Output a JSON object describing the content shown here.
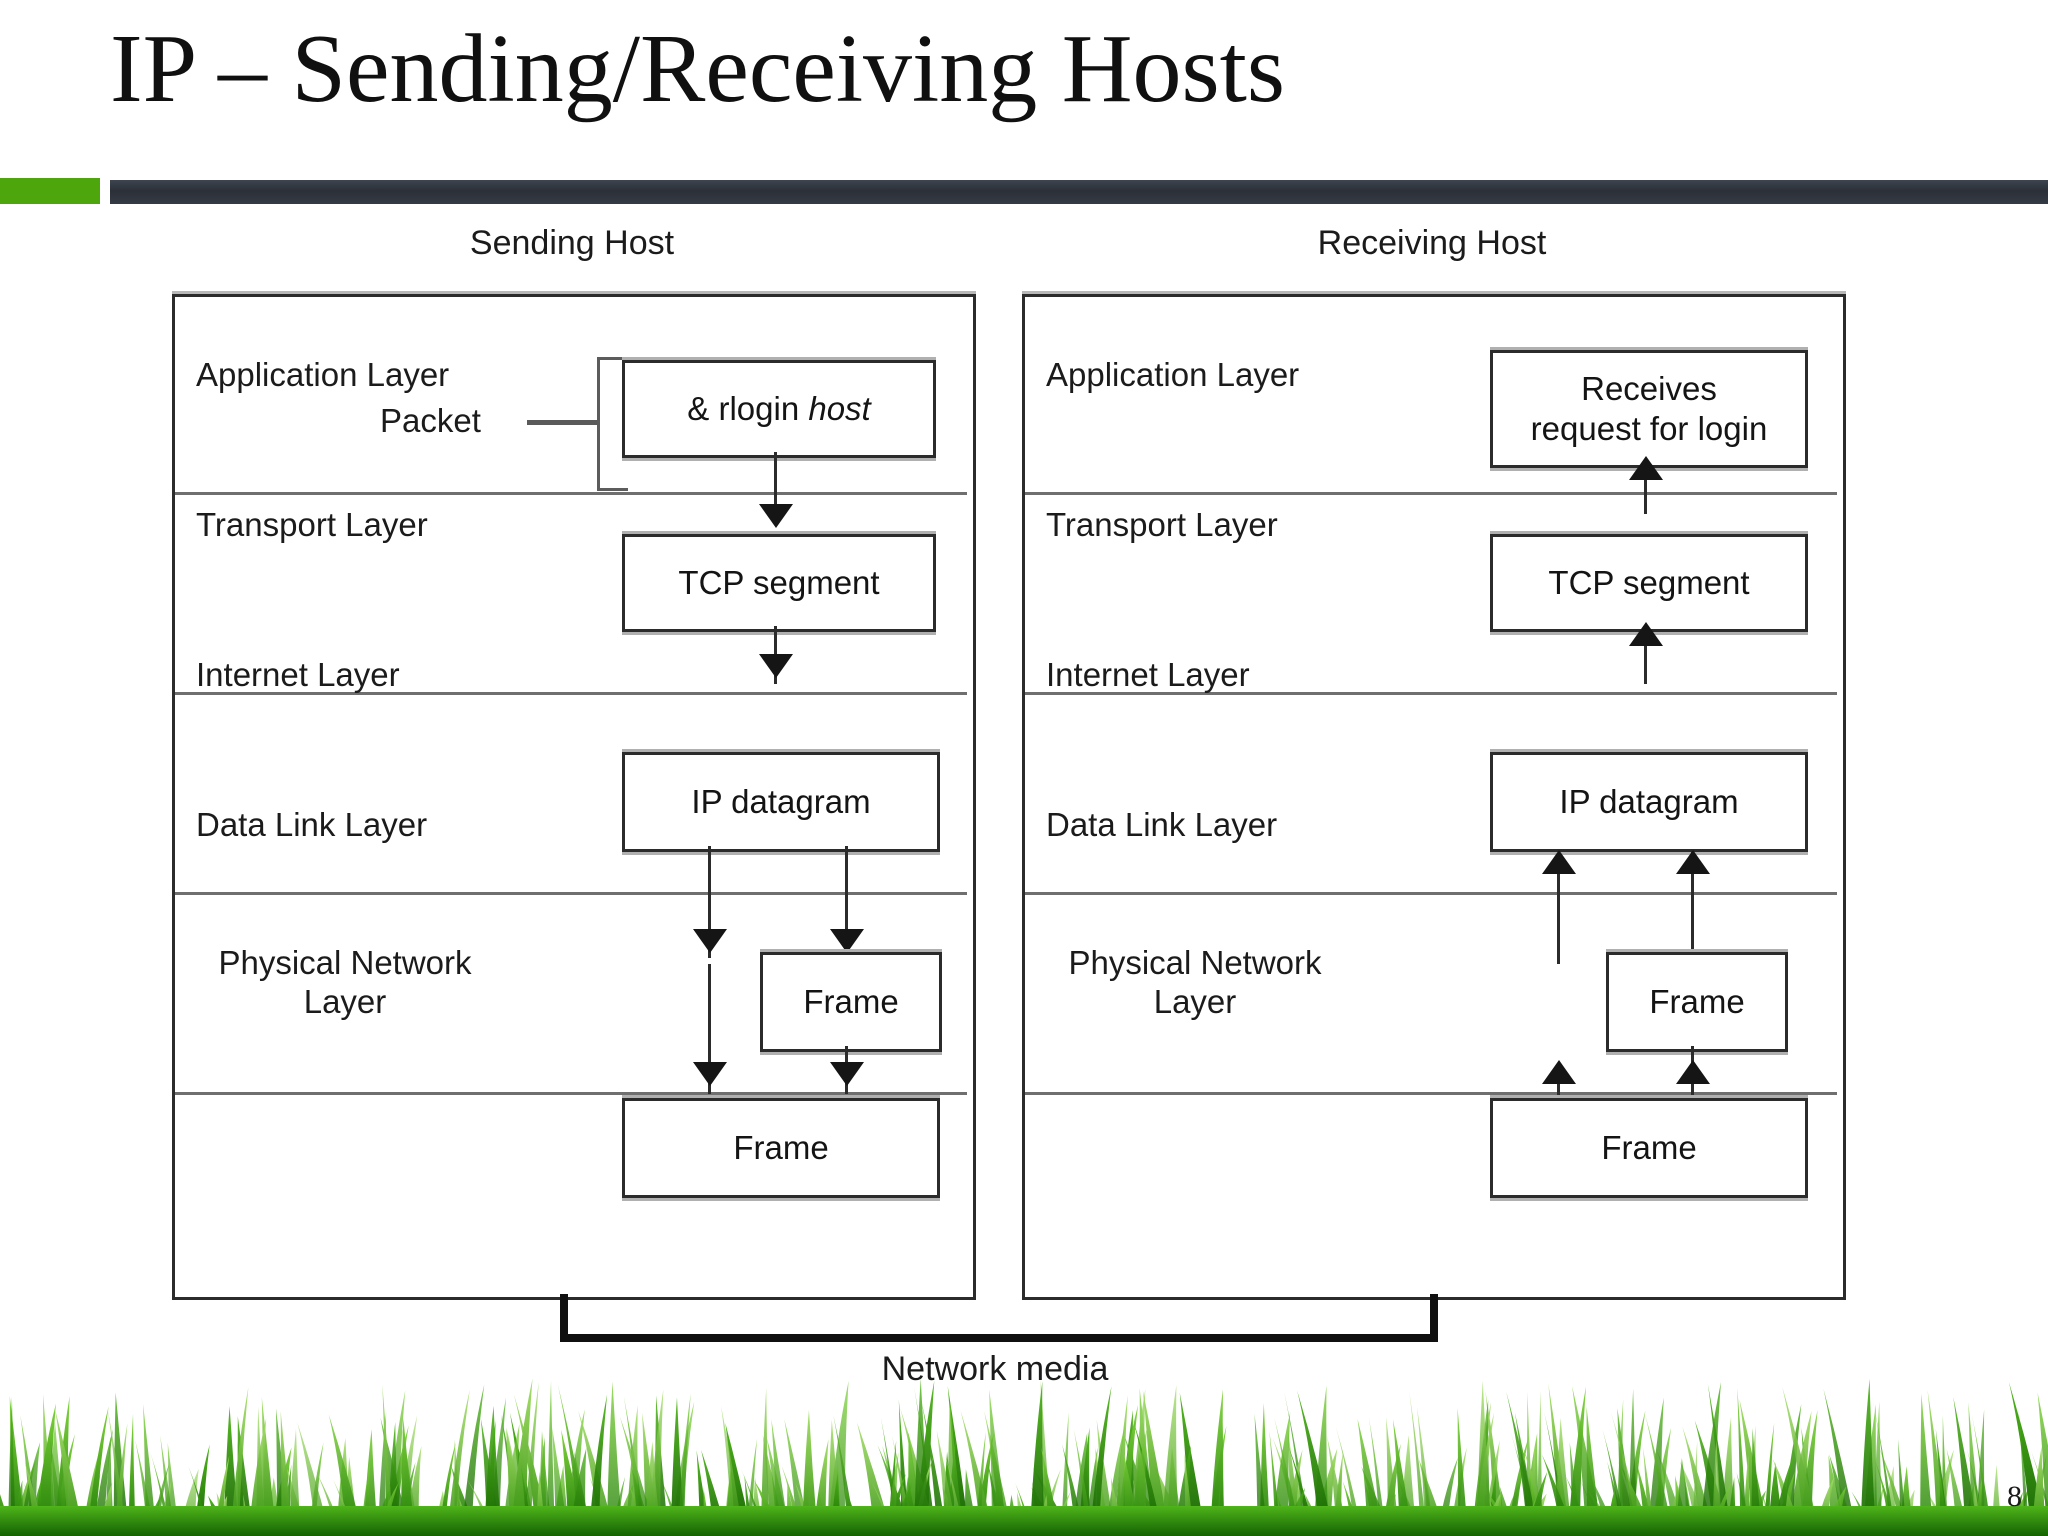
{
  "slide": {
    "title": "IP – Sending/Receiving Hosts",
    "page_number": "8",
    "accent_green": "#4ea60d",
    "bar_dark": "#2b3038"
  },
  "diagram": {
    "sending_host_title": "Sending Host",
    "receiving_host_title": "Receiving Host",
    "network_media_label": "Network media",
    "packet_label": "Packet",
    "layers": [
      {
        "name": "Application Layer"
      },
      {
        "name": "Transport Layer"
      },
      {
        "name": "Internet Layer"
      },
      {
        "name": "Data Link Layer"
      },
      {
        "name": "Physical Network\nLayer"
      }
    ],
    "sending_boxes": {
      "application": "& rlogin ",
      "application_italic": "host",
      "transport": "TCP segment",
      "internet": "IP datagram",
      "datalink": "Frame",
      "physical": "Frame"
    },
    "receiving_boxes": {
      "application": "Receives\nrequest for login",
      "transport": "TCP segment",
      "internet": "IP datagram",
      "datalink": "Frame",
      "physical": "Frame"
    }
  }
}
